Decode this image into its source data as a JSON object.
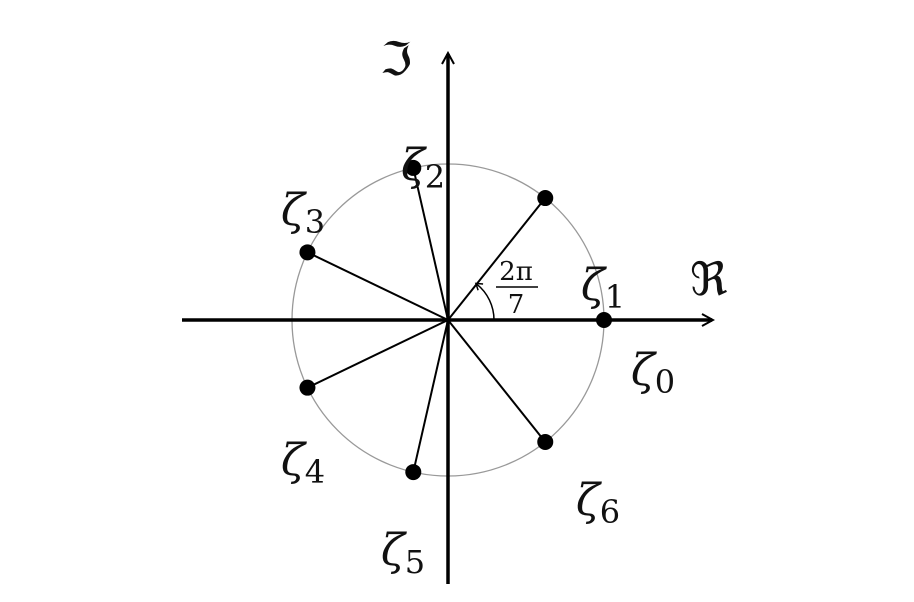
{
  "diagram": {
    "axes": {
      "real_label": "ℜ",
      "imaginary_label": "ℑ"
    },
    "roots": [
      {
        "symbol": "ζ",
        "index": "0"
      },
      {
        "symbol": "ζ",
        "index": "1"
      },
      {
        "symbol": "ζ",
        "index": "2"
      },
      {
        "symbol": "ζ",
        "index": "3"
      },
      {
        "symbol": "ζ",
        "index": "4"
      },
      {
        "symbol": "ζ",
        "index": "5"
      },
      {
        "symbol": "ζ",
        "index": "6"
      }
    ],
    "angle": {
      "numerator": "2π",
      "denominator": "7"
    },
    "root_count": 7,
    "colors": {
      "stroke": "#000000",
      "circle": "#999999"
    }
  }
}
